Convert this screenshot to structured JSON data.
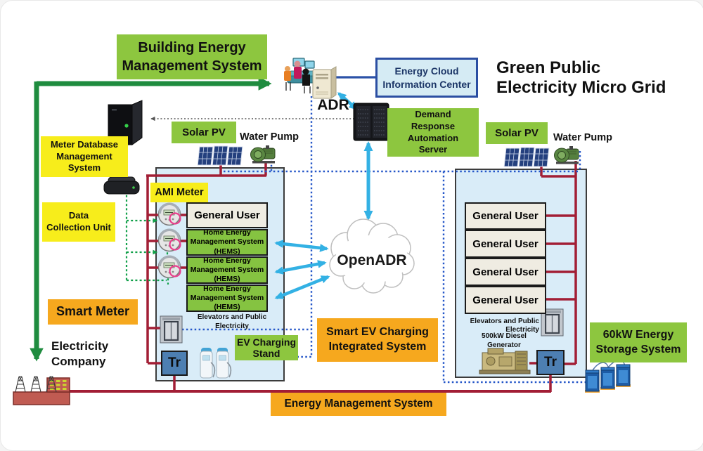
{
  "title": "Green Public\nElectricity Micro Grid",
  "labels": {
    "bems": "Building Energy\nManagement System",
    "energy_cloud": "Energy Cloud\nInformation Center",
    "adr": "ADR",
    "dras": "Demand\nResponse\nAutomation\nServer",
    "openadr": "OpenADR",
    "meter_db": "Meter Database\nManagement\nSystem",
    "dcu": "Data\nCollection Unit",
    "ami_meter": "AMI Meter",
    "smart_meter": "Smart Meter",
    "electricity_company": "Electricity\nCompany",
    "solar_pv": "Solar PV",
    "water_pump": "Water Pump",
    "general_user": "General User",
    "hems": "Home Energy\nManagement System\n(HEMS)",
    "elevators_left": "Elevators and Public Electricity",
    "elevators_right": "Elevators and Public\nElectricity",
    "diesel_generator": "500kW Diesel Generator",
    "ev_charging_stand": "EV Charging\nStand",
    "smart_ev": "Smart EV Charging\nIntegrated System",
    "ems": "Energy Management System",
    "ess": "60kW Energy\nStorage System",
    "transformer": "Tr"
  },
  "icons": [
    "control-room-icon",
    "desktop-server-icon",
    "rack-server-icon",
    "tower-server-icon",
    "data-collection-router-icon",
    "solar-panel-icon",
    "water-pump-icon",
    "smart-meter-icon",
    "elevator-icon",
    "ev-charging-stand-icon",
    "diesel-generator-icon",
    "battery-storage-icon",
    "power-plant-icon",
    "openadr-cloud-icon"
  ],
  "colors": {
    "label_green": "#8DC63F",
    "label_yellow": "#F7ED1B",
    "label_orange": "#F6A81E",
    "building_fill": "#D9ECF8",
    "power_line_maroon": "#A21E35",
    "comm_line_blue": "#2456C8",
    "data_line_green": "#12A04A",
    "arrow_cyan": "#33B1E4",
    "grid_arrow_green": "#1F8C3F",
    "cloud_box_border": "#2B4EA2"
  }
}
